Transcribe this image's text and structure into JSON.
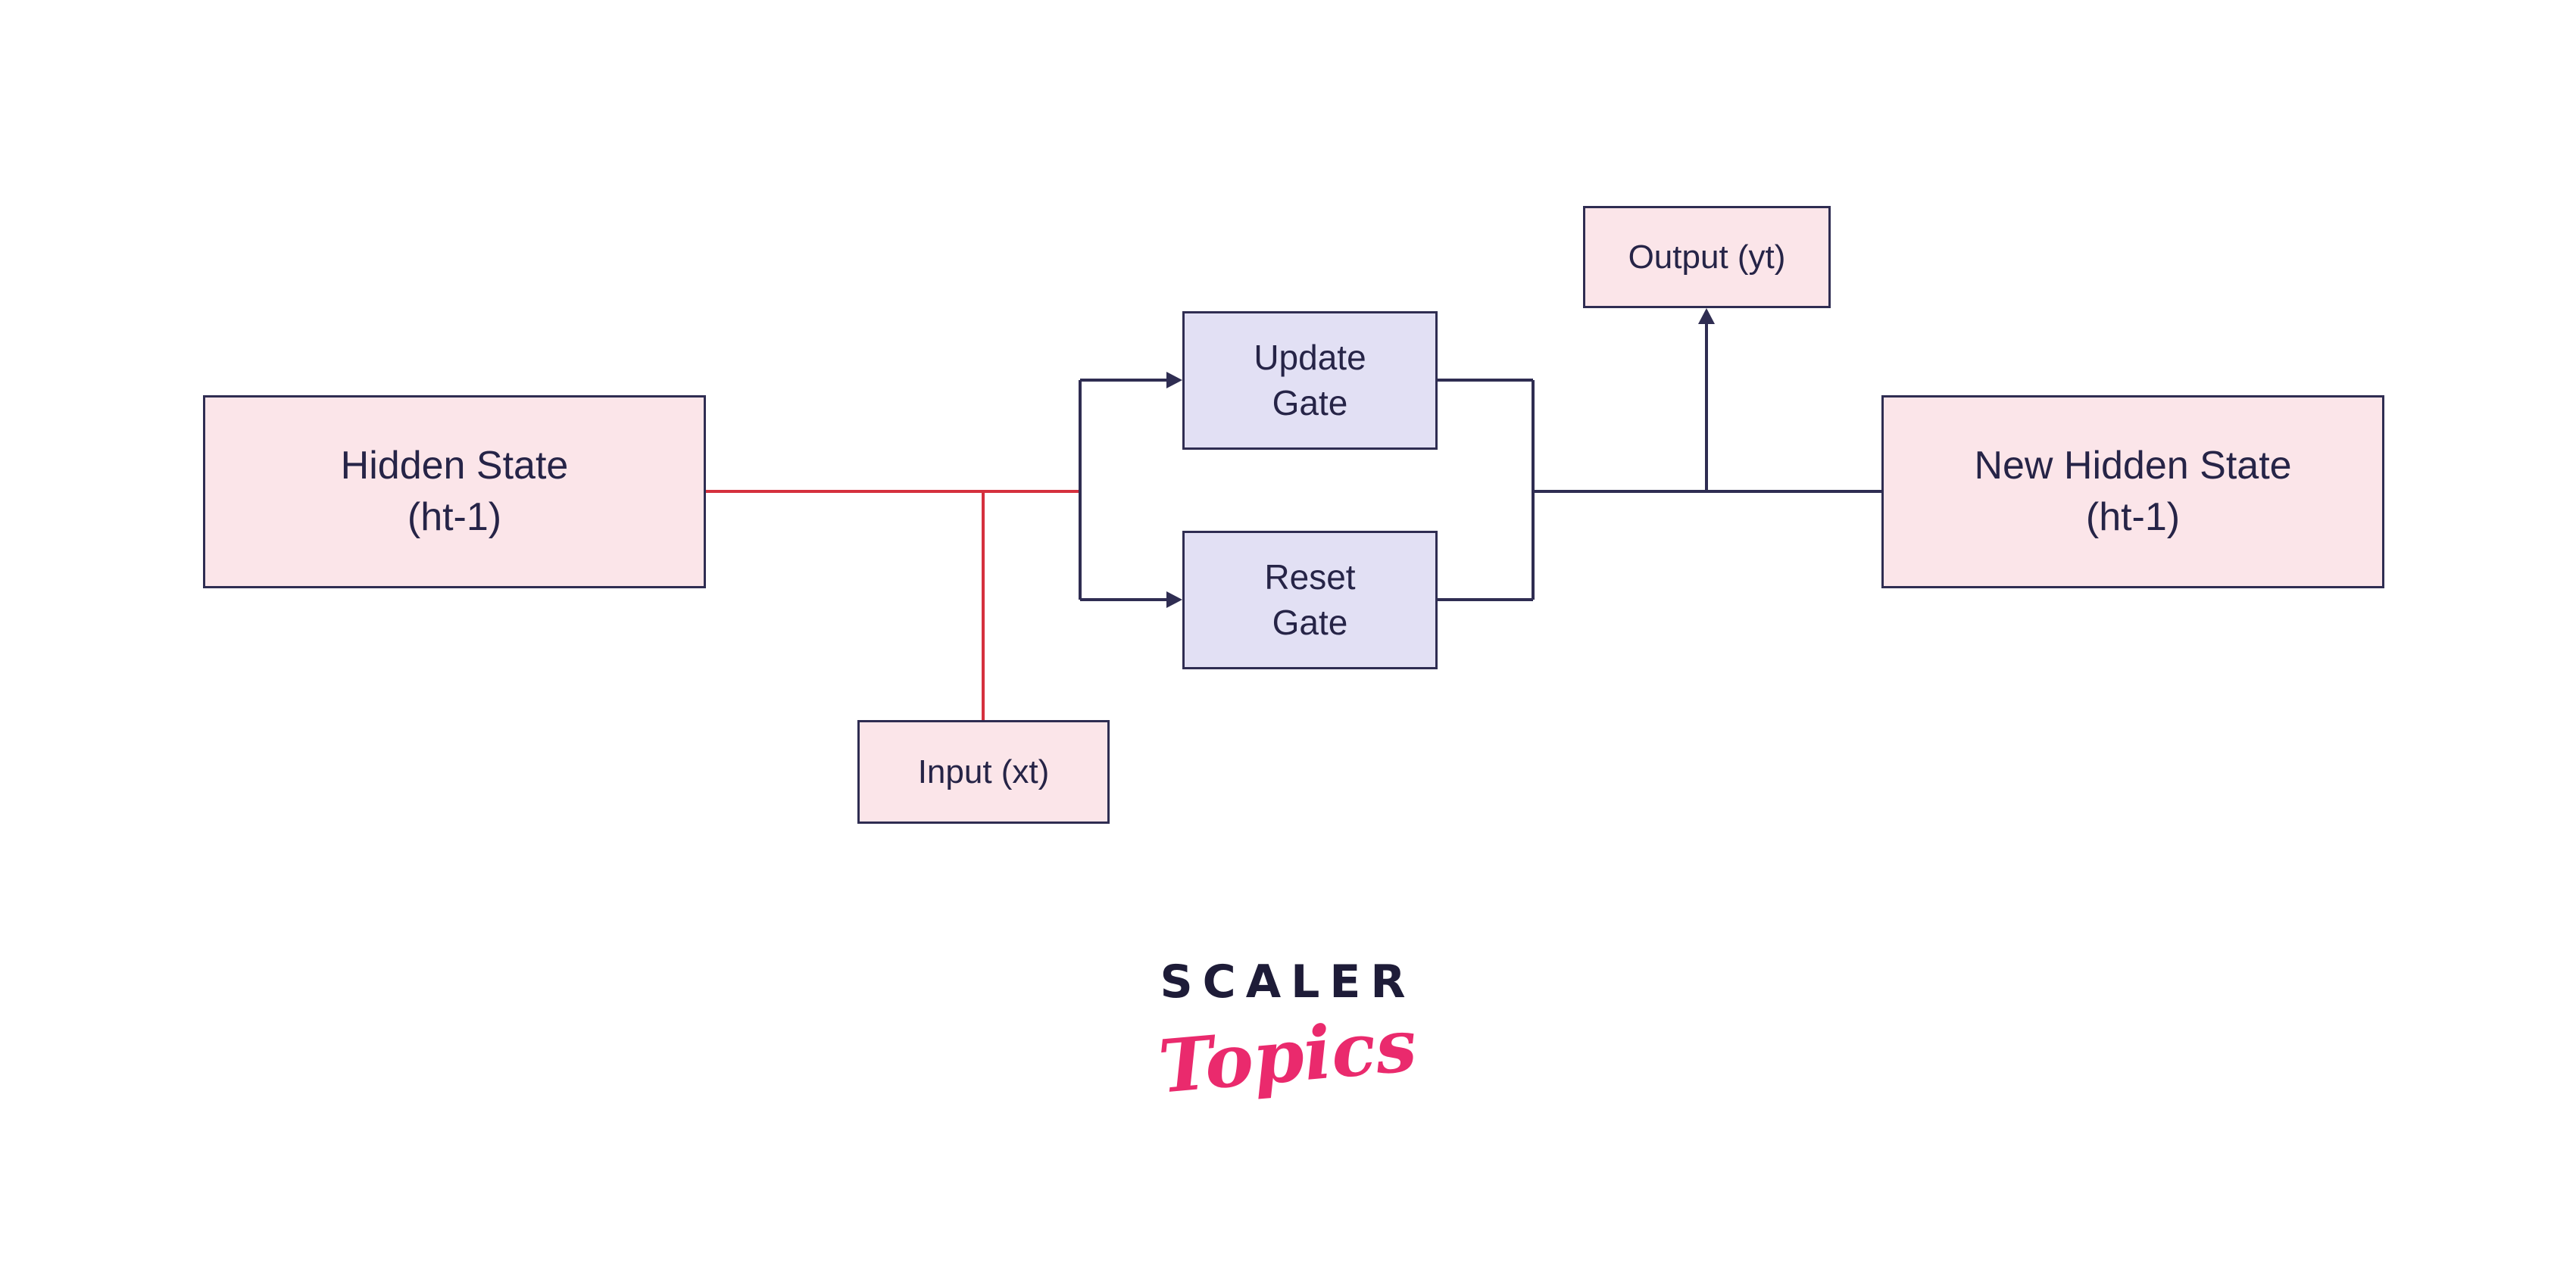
{
  "diagram": {
    "nodes": {
      "hidden_state": {
        "label": "Hidden State\n(ht-1)"
      },
      "input": {
        "label": "Input (xt)"
      },
      "update_gate": {
        "label": "Update\nGate"
      },
      "reset_gate": {
        "label": "Reset\nGate"
      },
      "output": {
        "label": "Output (yt)"
      },
      "new_hidden_state": {
        "label": "New Hidden State\n(ht-1)"
      }
    }
  },
  "logo": {
    "brand": "SCALER",
    "sub": "Topics"
  },
  "colors": {
    "node_pink_fill": "#fbe5e9",
    "gate_lavender_fill": "#e2e0f4",
    "border_navy": "#2f2d52",
    "line_red": "#d5303e",
    "line_navy": "#2f2d52",
    "text_navy": "#262447",
    "logo_pink": "#ea2a6d",
    "background": "#ffffff"
  }
}
